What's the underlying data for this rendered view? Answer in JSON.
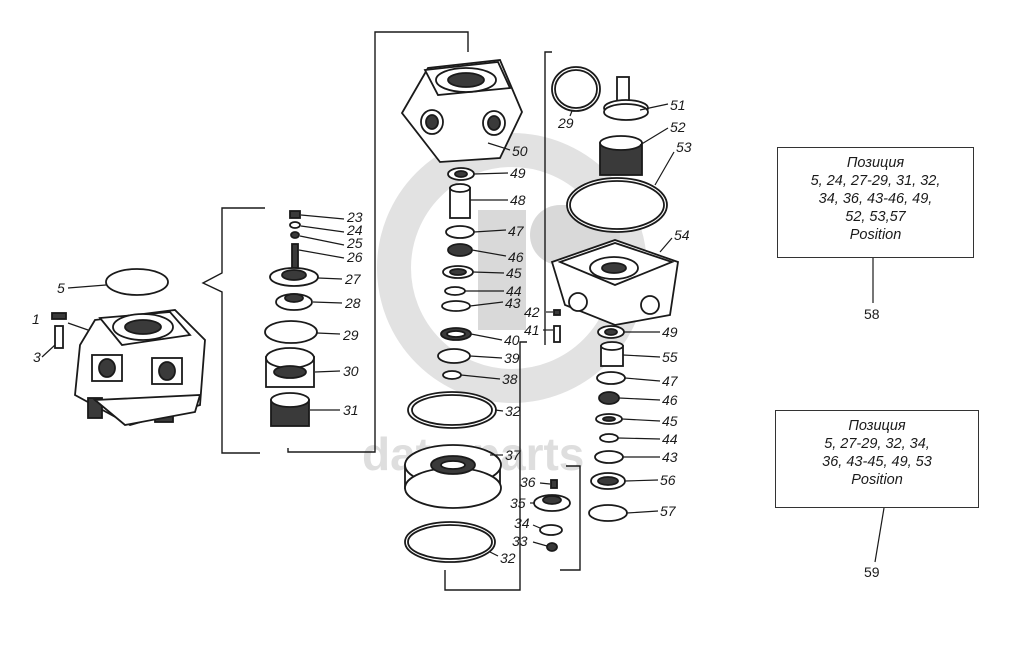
{
  "watermark": "data-parts",
  "labels": {
    "l1": "1",
    "l3": "3",
    "l5": "5",
    "l23": "23",
    "l24": "24",
    "l25": "25",
    "l26": "26",
    "l27": "27",
    "l28": "28",
    "l29a": "29",
    "l30": "30",
    "l31": "31",
    "l50": "50",
    "l49a": "49",
    "l48": "48",
    "l47a": "47",
    "l46a": "46",
    "l45a": "45",
    "l44a": "44",
    "l43a": "43",
    "l40": "40",
    "l39": "39",
    "l38": "38",
    "l32a": "32",
    "l37": "37",
    "l36": "36",
    "l35": "35",
    "l34": "34",
    "l33": "33",
    "l32b": "32",
    "l29b": "29",
    "l51": "51",
    "l52": "52",
    "l53": "53",
    "l54": "54",
    "l42": "42",
    "l41": "41",
    "l49b": "49",
    "l55": "55",
    "l47b": "47",
    "l46b": "46",
    "l45b": "45",
    "l44b": "44",
    "l43b": "43",
    "l56": "56",
    "l57": "57"
  },
  "box58": {
    "title": "Позиция",
    "line1": "5, 24, 27-29, 31, 32,",
    "line2": "34, 36, 43-46, 49,",
    "line3": "52, 53,57",
    "footer": "Position",
    "ref": "58"
  },
  "box59": {
    "title": "Позиция",
    "line1": "5, 27-29, 32, 34,",
    "line2": "36, 43-45, 49, 53",
    "footer": "Position",
    "ref": "59"
  }
}
